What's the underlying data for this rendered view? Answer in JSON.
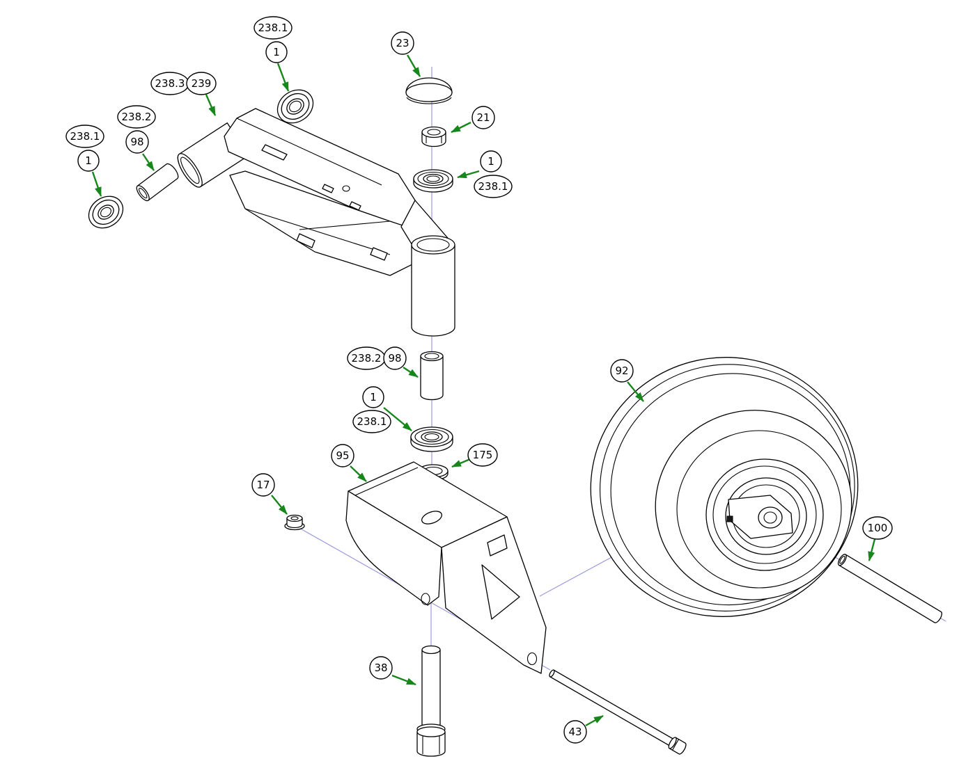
{
  "diagram": {
    "type": "exploded-parts-diagram",
    "description": "Caster wheel assembly exploded view with numbered part callouts",
    "background_color": "#ffffff",
    "line_color": "#000000",
    "arrow_color": "#17871b",
    "centerline_color": "#9a9ade"
  },
  "callouts": [
    {
      "label": "238.1",
      "points_to": "bearing"
    },
    {
      "label": "1",
      "points_to": "bearing"
    },
    {
      "label": "23",
      "points_to": "cap"
    },
    {
      "label": "238.3",
      "points_to": "caster-arm"
    },
    {
      "label": "239",
      "points_to": "caster-arm"
    },
    {
      "label": "238.2",
      "points_to": "spacer"
    },
    {
      "label": "98",
      "points_to": "spacer"
    },
    {
      "label": "238.1",
      "points_to": "bearing"
    },
    {
      "label": "1",
      "points_to": "bearing"
    },
    {
      "label": "21",
      "points_to": "locknut"
    },
    {
      "label": "1",
      "points_to": "bearing"
    },
    {
      "label": "238.1",
      "points_to": "bearing"
    },
    {
      "label": "238.2",
      "points_to": "spacer"
    },
    {
      "label": "98",
      "points_to": "spacer"
    },
    {
      "label": "1",
      "points_to": "bearing"
    },
    {
      "label": "238.1",
      "points_to": "bearing"
    },
    {
      "label": "95",
      "points_to": "caster-fork"
    },
    {
      "label": "175",
      "points_to": "washer"
    },
    {
      "label": "17",
      "points_to": "flange-nut"
    },
    {
      "label": "92",
      "points_to": "wheel"
    },
    {
      "label": "100",
      "points_to": "axle-spacer"
    },
    {
      "label": "38",
      "points_to": "bolt"
    },
    {
      "label": "43",
      "points_to": "axle-bolt"
    }
  ]
}
